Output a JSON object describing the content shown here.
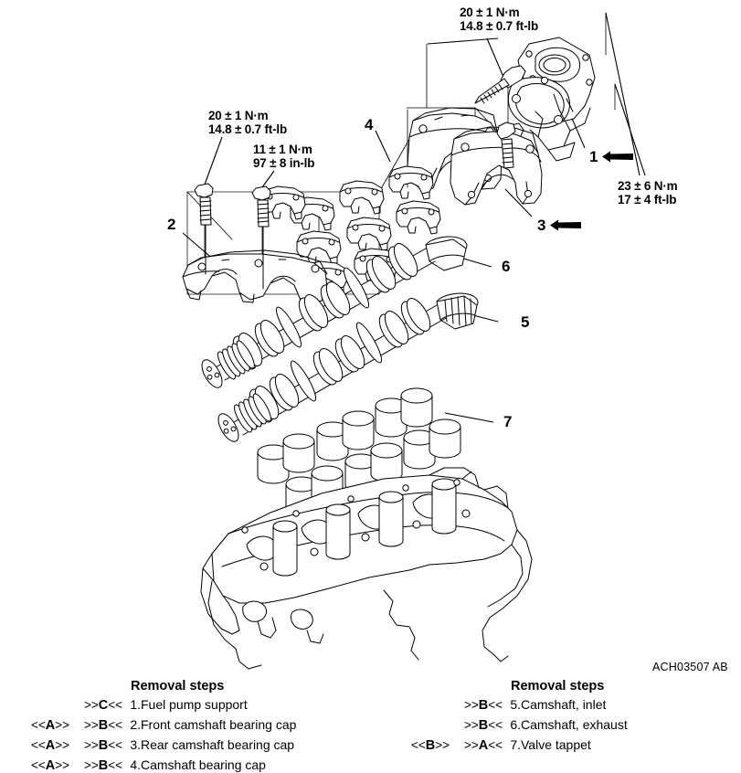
{
  "diagram": {
    "code": "ACH03507 AB",
    "torque_specs": [
      {
        "id": "torque-top-center",
        "nm": "20 ± 1 N·m",
        "ftlb": "14.8 ± 0.7 ft-lb"
      },
      {
        "id": "torque-left-upper",
        "nm": "20 ± 1 N·m",
        "ftlb": "14.8 ± 0.7 ft-lb"
      },
      {
        "id": "torque-left-lower",
        "nm": "11 ± 1 N·m",
        "ftlb": "97 ± 8 in-lb"
      },
      {
        "id": "torque-right",
        "nm": "23 ± 6 N·m",
        "ftlb": "17 ± 4 ft-lb"
      }
    ],
    "callouts": [
      {
        "id": "callout-1",
        "label": "1",
        "has_wedge": true
      },
      {
        "id": "callout-2",
        "label": "2",
        "has_wedge": false
      },
      {
        "id": "callout-3",
        "label": "3",
        "has_wedge": true
      },
      {
        "id": "callout-4",
        "label": "4",
        "has_wedge": false
      },
      {
        "id": "callout-5",
        "label": "5",
        "has_wedge": false
      },
      {
        "id": "callout-6",
        "label": "6",
        "has_wedge": false
      },
      {
        "id": "callout-7",
        "label": "7",
        "has_wedge": false
      }
    ]
  },
  "removal_left": {
    "title": "Removal steps",
    "rows": [
      {
        "mark_a": "",
        "mark_a_letter": "",
        "mark_b_pre": ">>",
        "mark_b_letter": "C",
        "mark_b_post": "<<",
        "index": "1.",
        "desc": "Fuel pump support"
      },
      {
        "mark_a": "<<",
        "mark_a_letter": "A",
        "mark_a_post": ">>",
        "mark_b_pre": ">>",
        "mark_b_letter": "B",
        "mark_b_post": "<<",
        "index": "2.",
        "desc": "Front camshaft bearing cap"
      },
      {
        "mark_a": "<<",
        "mark_a_letter": "A",
        "mark_a_post": ">>",
        "mark_b_pre": ">>",
        "mark_b_letter": "B",
        "mark_b_post": "<<",
        "index": "3.",
        "desc": "Rear camshaft bearing cap"
      },
      {
        "mark_a": "<<",
        "mark_a_letter": "A",
        "mark_a_post": ">>",
        "mark_b_pre": ">>",
        "mark_b_letter": "B",
        "mark_b_post": "<<",
        "index": "4.",
        "desc": "Camshaft bearing cap"
      }
    ]
  },
  "removal_right": {
    "title": "Removal steps",
    "rows": [
      {
        "mark_a": "",
        "mark_a_letter": "",
        "mark_b_pre": ">>",
        "mark_b_letter": "B",
        "mark_b_post": "<<",
        "index": "5.",
        "desc": "Camshaft, inlet"
      },
      {
        "mark_a": "",
        "mark_a_letter": "",
        "mark_b_pre": ">>",
        "mark_b_letter": "B",
        "mark_b_post": "<<",
        "index": "6.",
        "desc": "Camshaft, exhaust"
      },
      {
        "mark_a": "<<",
        "mark_a_letter": "B",
        "mark_a_post": ">>",
        "mark_b_pre": ">>",
        "mark_b_letter": "A",
        "mark_b_post": "<<",
        "index": "7.",
        "desc": "Valve tappet"
      }
    ]
  }
}
